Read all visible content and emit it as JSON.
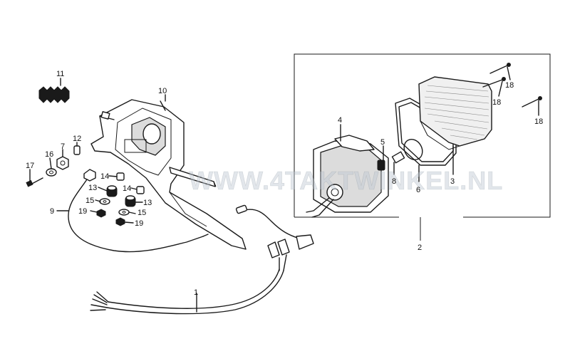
{
  "watermark": "WWW.4TAKTWINKEL.NL",
  "labels": {
    "p1": "1",
    "p2": "2",
    "p3": "3",
    "p4": "4",
    "p5": "5",
    "p6": "6",
    "p7": "7",
    "p8": "8",
    "p9": "9",
    "p10": "10",
    "p11": "11",
    "p12": "12",
    "p13a": "13",
    "p13b": "13",
    "p14a": "14",
    "p14b": "14",
    "p15a": "15",
    "p15b": "15",
    "p16": "16",
    "p17": "17",
    "p18a": "18",
    "p18b": "18",
    "p18c": "18",
    "p19a": "19",
    "p19b": "19"
  },
  "colors": {
    "ink": "#1a1a1a",
    "background": "#ffffff",
    "watermark": "#bec8d2"
  }
}
